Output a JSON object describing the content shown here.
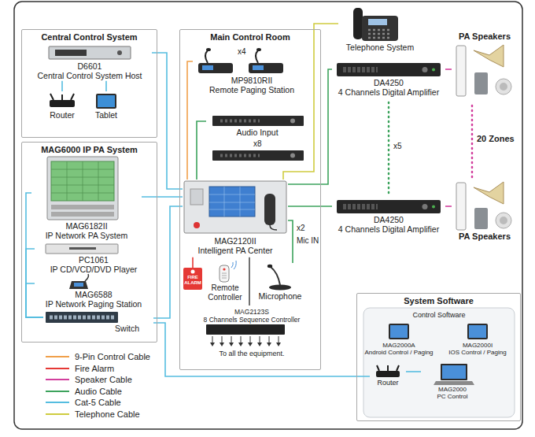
{
  "diagram": {
    "nodes": [
      {
        "text": [
          "Central Control System"
        ]
      },
      {
        "text": [
          "D6601",
          "Central Control System Host"
        ],
        "in": 0
      },
      {
        "text": [
          "Router"
        ],
        "in": 0
      },
      {
        "text": [
          "Tablet"
        ],
        "in": 0
      },
      {
        "text": [
          "MAG6000 IP PA System"
        ]
      },
      {
        "text": [
          "MAG6182II",
          "IP Network PA System"
        ],
        "in": 4
      },
      {
        "text": [
          "PC1061",
          "IP CD/VCD/DVD Player"
        ],
        "in": 4
      },
      {
        "text": [
          "MAG6588",
          "IP Network Paging Station"
        ],
        "in": 4
      },
      {
        "text": [
          "Switch"
        ],
        "in": 4
      },
      {
        "text": [
          "Main Control Room"
        ]
      },
      {
        "text": [
          "MP9810RII",
          "Remote Paging Station"
        ],
        "in": 9
      },
      {
        "text": [
          "Audio Input"
        ],
        "in": 9
      },
      {
        "text": [
          "MAG2120II",
          "Intelligent PA Center"
        ],
        "in": 9
      },
      {
        "text": [
          "FIRE ALARM"
        ],
        "in": 9
      },
      {
        "text": [
          "Remote Controller"
        ],
        "in": 9
      },
      {
        "text": [
          "Microphone"
        ],
        "in": 9
      },
      {
        "text": [
          "MAG2123S",
          "8 Channels Sequence Controller"
        ],
        "in": 9
      },
      {
        "text": [
          "Telephone System"
        ]
      },
      {
        "text": [
          "PA Speakers"
        ]
      },
      {
        "text": [
          "DA4250",
          "4 Channels Digital Amplifier"
        ]
      },
      {
        "text": [
          "DA4250",
          "4 Channels Digital Amplifier"
        ]
      },
      {
        "text": [
          "PA Speakers"
        ]
      },
      {
        "text": [
          "System Software"
        ]
      },
      {
        "text": [
          "MAG2000A",
          "Android Control / Paging"
        ],
        "in": 22
      },
      {
        "text": [
          "MAG2000I",
          "IOS Control / Paging"
        ],
        "in": 22
      },
      {
        "text": [
          "Router"
        ],
        "in": 22
      },
      {
        "text": [
          "MAG2000",
          "PC Control"
        ],
        "in": 22
      }
    ],
    "edges": [
      {
        "from": 1,
        "to": 2,
        "arrow": "none"
      },
      {
        "from": 1,
        "to": 3,
        "arrow": "none"
      },
      {
        "from": 1,
        "to": 12,
        "arrow": "none"
      },
      {
        "from": 5,
        "to": 8,
        "arrow": "none"
      },
      {
        "from": 6,
        "to": 8,
        "arrow": "none"
      },
      {
        "from": 7,
        "to": 8,
        "arrow": "none"
      },
      {
        "from": 5,
        "to": 12,
        "arrow": "none"
      },
      {
        "from": 8,
        "to": 12,
        "arrow": "none"
      },
      {
        "from": 8,
        "to": 25,
        "arrow": "none"
      },
      {
        "from": 10,
        "to": 12,
        "arrow": "none"
      },
      {
        "from": 11,
        "to": 12,
        "arrow": "none"
      },
      {
        "from": 17,
        "to": 12,
        "arrow": "none"
      },
      {
        "from": 13,
        "to": 12,
        "arrow": "none"
      },
      {
        "from": 15,
        "to": 12,
        "arrow": "none"
      },
      {
        "from": 12,
        "to": 16,
        "arrow": "none"
      },
      {
        "from": 12,
        "to": 19,
        "arrow": "none"
      },
      {
        "from": 12,
        "to": 20,
        "arrow": "none"
      },
      {
        "from": 19,
        "to": 18,
        "arrow": "none"
      },
      {
        "from": 20,
        "to": 21,
        "arrow": "none"
      },
      {
        "from": 25,
        "to": 26,
        "arrow": "none"
      }
    ],
    "labels": [
      "x4",
      "x8",
      "x5",
      "20 Zones",
      "x2",
      "Mic IN",
      "To all the equipment.",
      "Control Software"
    ],
    "legend": [
      {
        "text": "9-Pin Control Cable",
        "color": "#f0a04a"
      },
      {
        "text": "Fire Alarm",
        "color": "#e53935"
      },
      {
        "text": "Speaker Cable",
        "color": "#d23f9d"
      },
      {
        "text": "Audio Cable",
        "color": "#3da35d"
      },
      {
        "text": "Cat-5 Cable",
        "color": "#55bde0"
      },
      {
        "text": "Telephone Cable",
        "color": "#cfcc3f"
      }
    ]
  }
}
